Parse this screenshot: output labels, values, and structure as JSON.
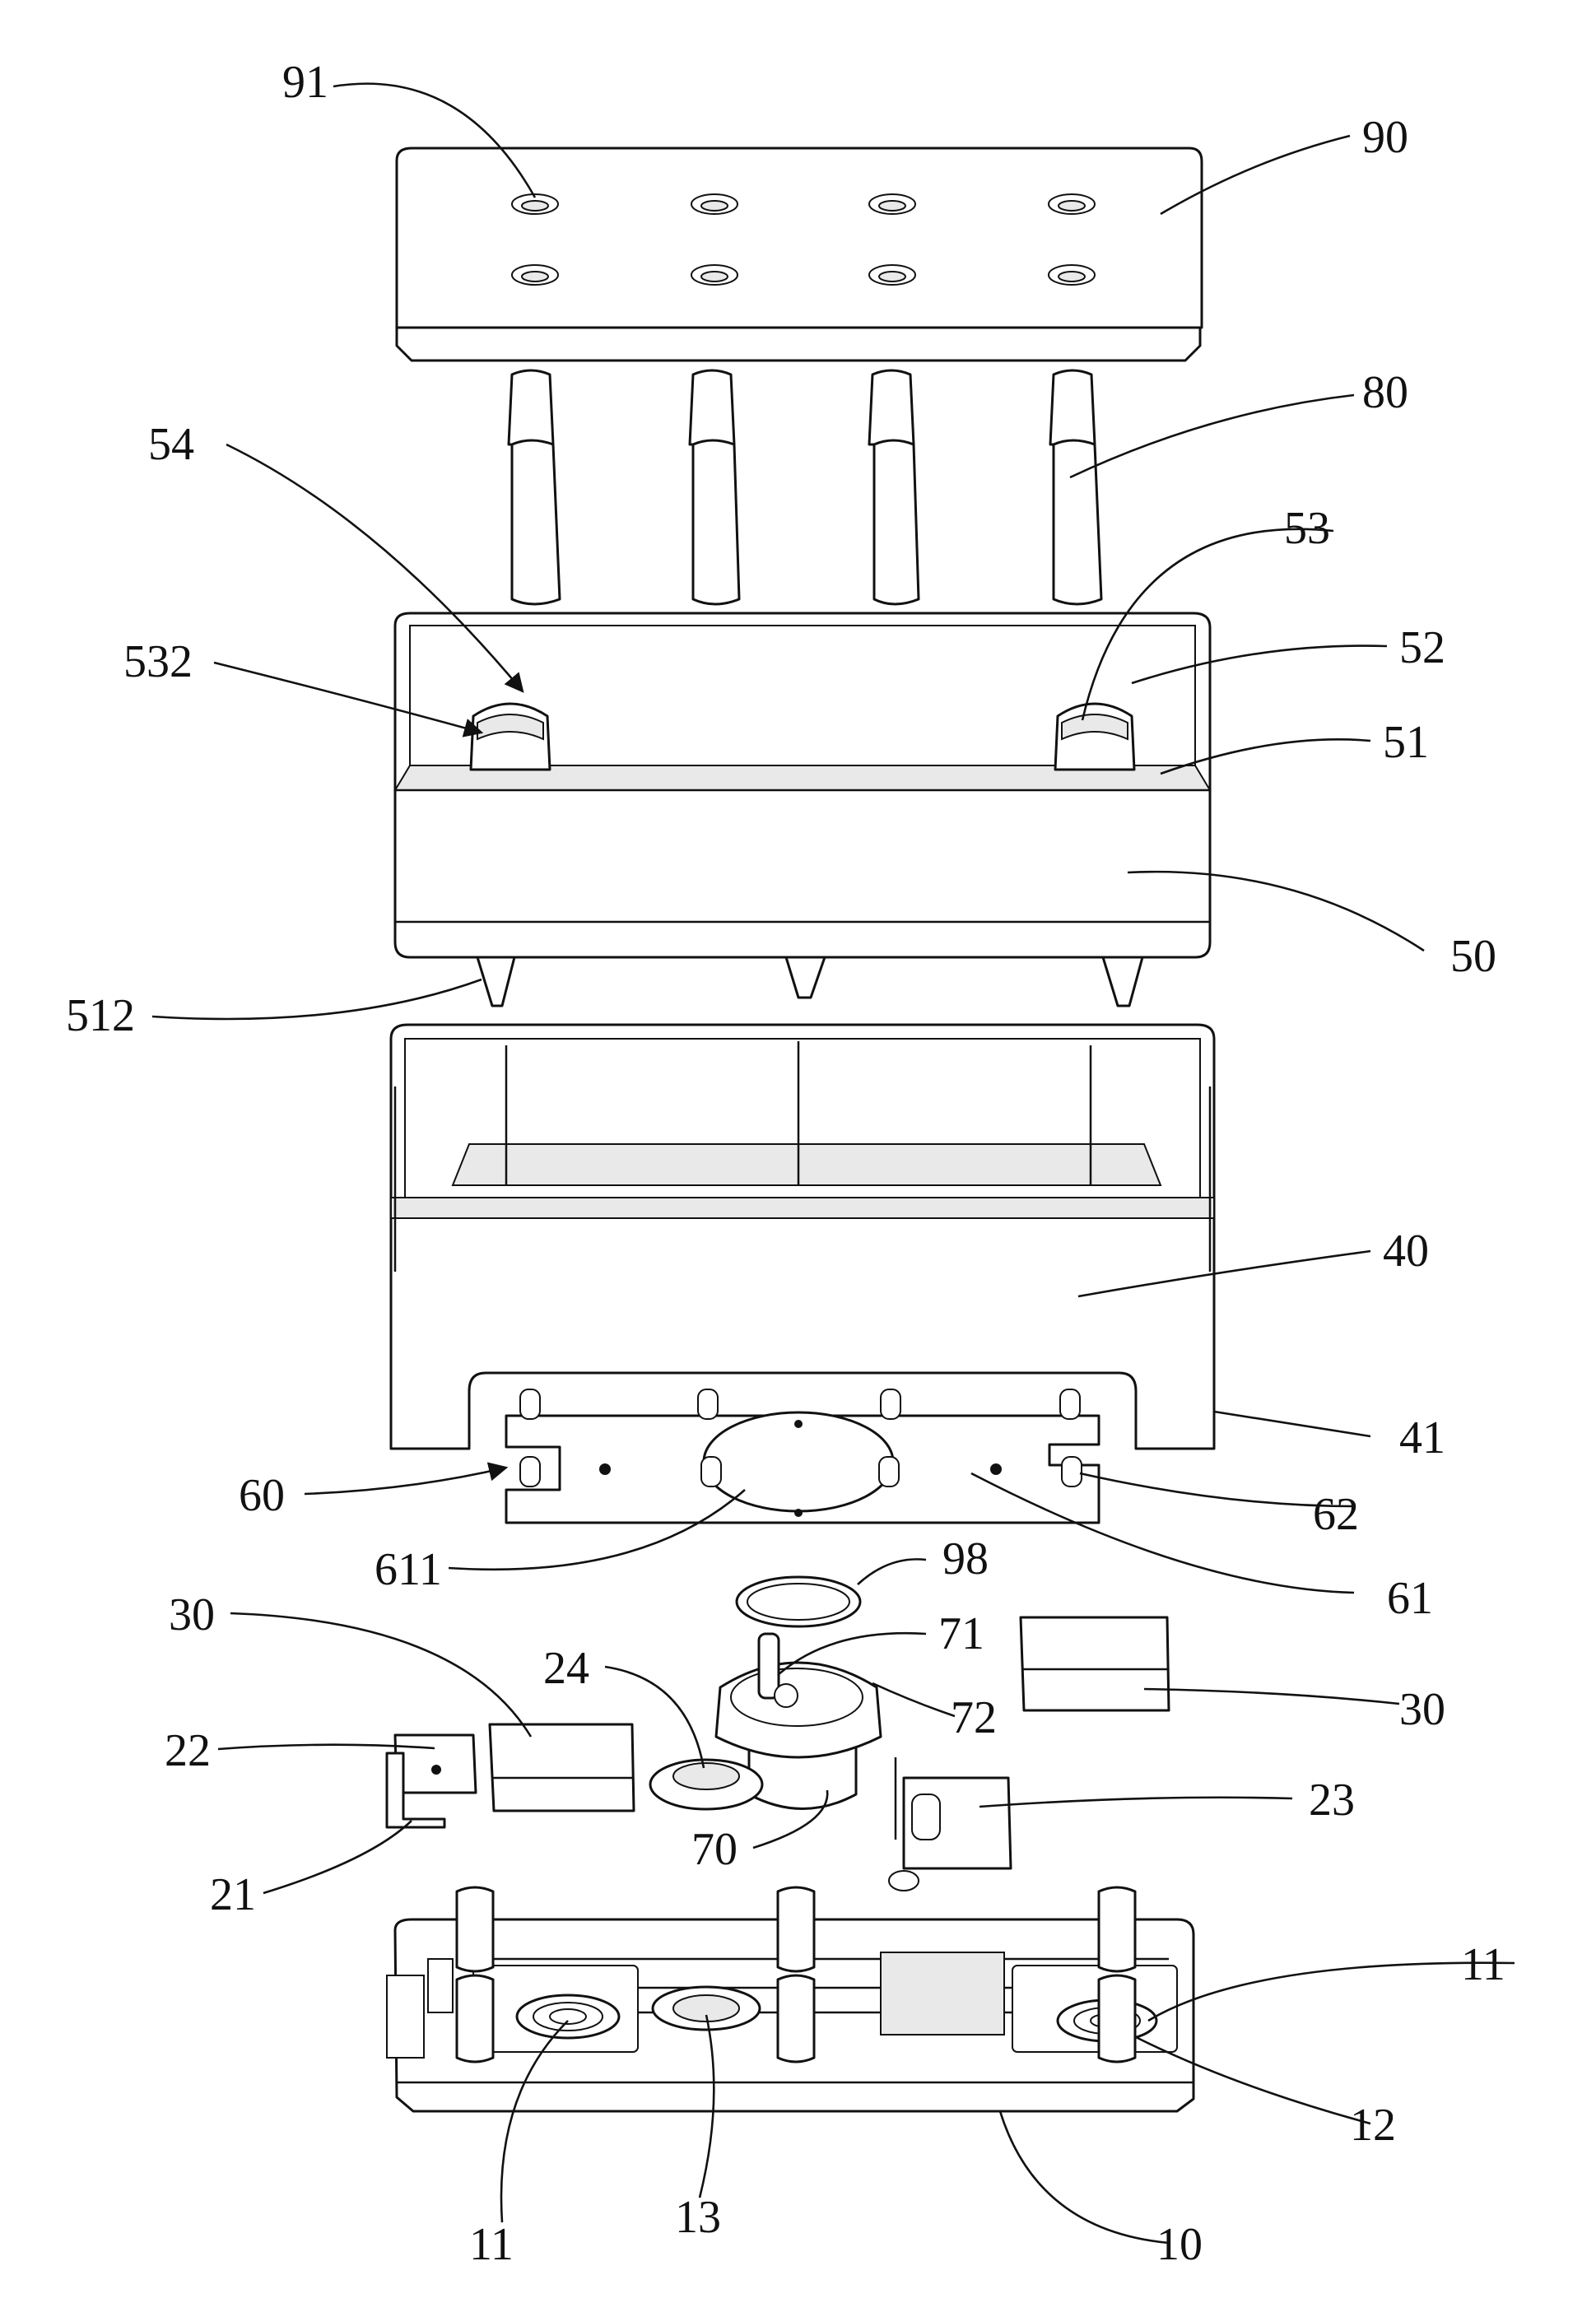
{
  "labels": {
    "l91": "91",
    "l90": "90",
    "l80": "80",
    "l54": "54",
    "l53": "53",
    "l532": "532",
    "l52": "52",
    "l51": "51",
    "l50": "50",
    "l512": "512",
    "l40": "40",
    "l41": "41",
    "l60": "60",
    "l62": "62",
    "l611": "611",
    "l61": "61",
    "l98": "98",
    "l30a": "30",
    "l71": "71",
    "l30b": "30",
    "l24": "24",
    "l72": "72",
    "l22": "22",
    "l23": "23",
    "l21": "21",
    "l70": "70",
    "l11a": "11",
    "l12": "12",
    "l11b": "11",
    "l13": "13",
    "l10": "10"
  }
}
